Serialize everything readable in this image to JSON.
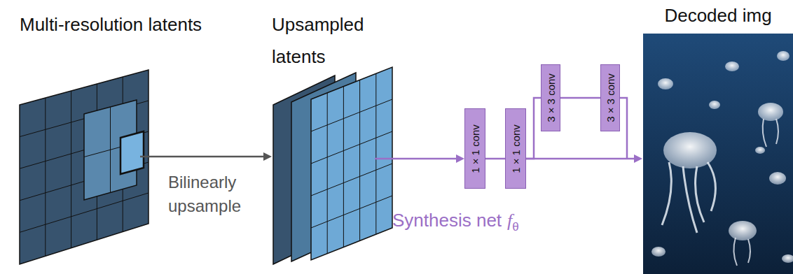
{
  "diagram": {
    "nodes": [
      {
        "text": [
          "1 × 1 conv"
        ]
      },
      {
        "text": [
          "1 × 1 conv"
        ]
      },
      {
        "text": [
          "3 × 3 conv"
        ]
      },
      {
        "text": [
          "3 × 3 conv"
        ]
      }
    ],
    "edges": [
      {
        "from": 0,
        "to": 1,
        "arrow": "none"
      },
      {
        "from": 1,
        "to": 2,
        "arrow": "none"
      },
      {
        "from": 2,
        "to": 3,
        "arrow": "none"
      }
    ],
    "labels": [
      "Multi-resolution latents",
      "Upsampled latents",
      "Decoded img",
      "Bilinearly upsample",
      "Synthesis net",
      "f",
      "θ"
    ]
  }
}
